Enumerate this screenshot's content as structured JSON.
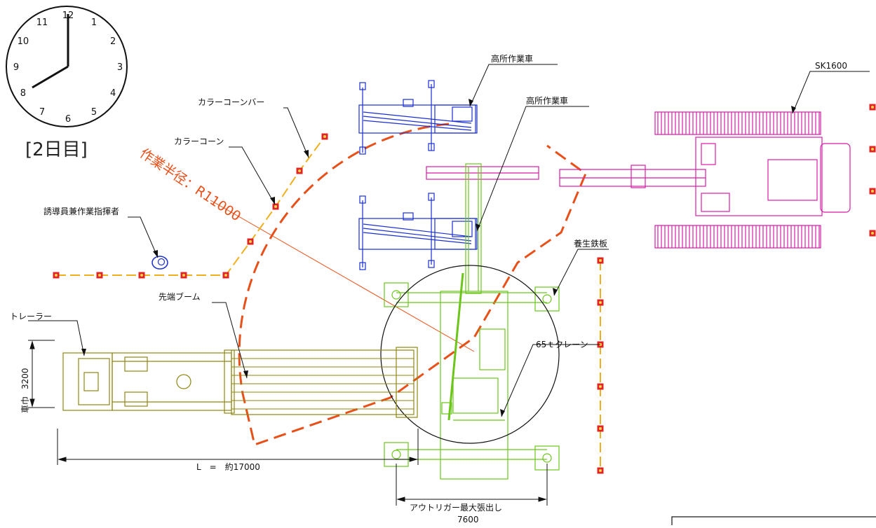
{
  "clock": {
    "numbers": [
      "12",
      "1",
      "2",
      "3",
      "4",
      "5",
      "6",
      "7",
      "8",
      "9",
      "10",
      "11"
    ],
    "hour": 8,
    "minute": 0
  },
  "day_label": "[2日目]",
  "radius_label": "作業半径：R11000",
  "labels": {
    "aerial_truck_1": "高所作業車",
    "aerial_truck_2": "高所作業車",
    "sk1600": "SK1600",
    "color_cone_bar": "カラーコーンバー",
    "color_cone": "カラーコーン",
    "guide_director": "誘導員兼作業指揮者",
    "steel_plate": "養生鉄板",
    "tip_boom": "先端ブーム",
    "trailer": "トレーラー",
    "crane": "65ｔクレーン",
    "trailer_length": "L　=　約17000",
    "vehicle_width_label": "車巾",
    "vehicle_width_value": "3200",
    "outrigger_label": "アウトリガー最大張出し",
    "outrigger_value": "7600"
  },
  "colors": {
    "blue": "#1b2fd0",
    "magenta": "#d81aa8",
    "green": "#6cc61a",
    "olive": "#8f8712",
    "orange": "#e8501a",
    "cone_line": "#f0b01c",
    "cone_fill": "#e32424"
  }
}
